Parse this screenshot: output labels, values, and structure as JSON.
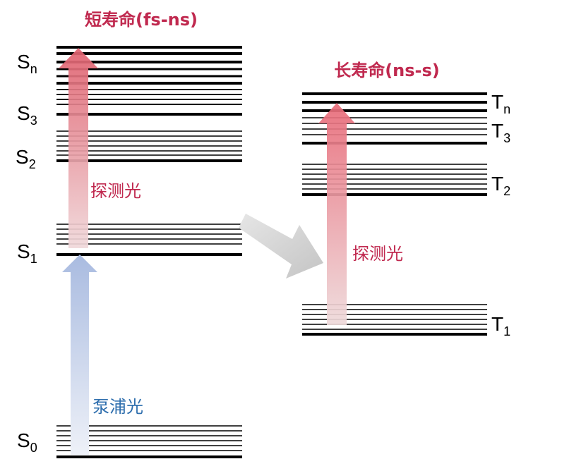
{
  "singlet": {
    "title": "短寿命(fs-ns)",
    "levels": [
      {
        "sym": "S",
        "sub": "n"
      },
      {
        "sym": "S",
        "sub": "3"
      },
      {
        "sym": "S",
        "sub": "2"
      },
      {
        "sym": "S",
        "sub": "1"
      },
      {
        "sym": "S",
        "sub": "0"
      }
    ]
  },
  "triplet": {
    "title": "长寿命(ns-s)",
    "levels": [
      {
        "sym": "T",
        "sub": "n"
      },
      {
        "sym": "T",
        "sub": "3"
      },
      {
        "sym": "T",
        "sub": "2"
      },
      {
        "sym": "T",
        "sub": "1"
      }
    ]
  },
  "labels": {
    "probe_singlet": "探测光",
    "probe_triplet": "探测光",
    "pump": "泵浦光"
  },
  "colors": {
    "title": "#c0294f",
    "probe": "#c0294f",
    "pump": "#2f6fae",
    "probe_arrow": "#e0707e",
    "pump_arrow": "#9fb3d8",
    "isc_arrow": "#c8c8c8",
    "line": "#000000"
  }
}
